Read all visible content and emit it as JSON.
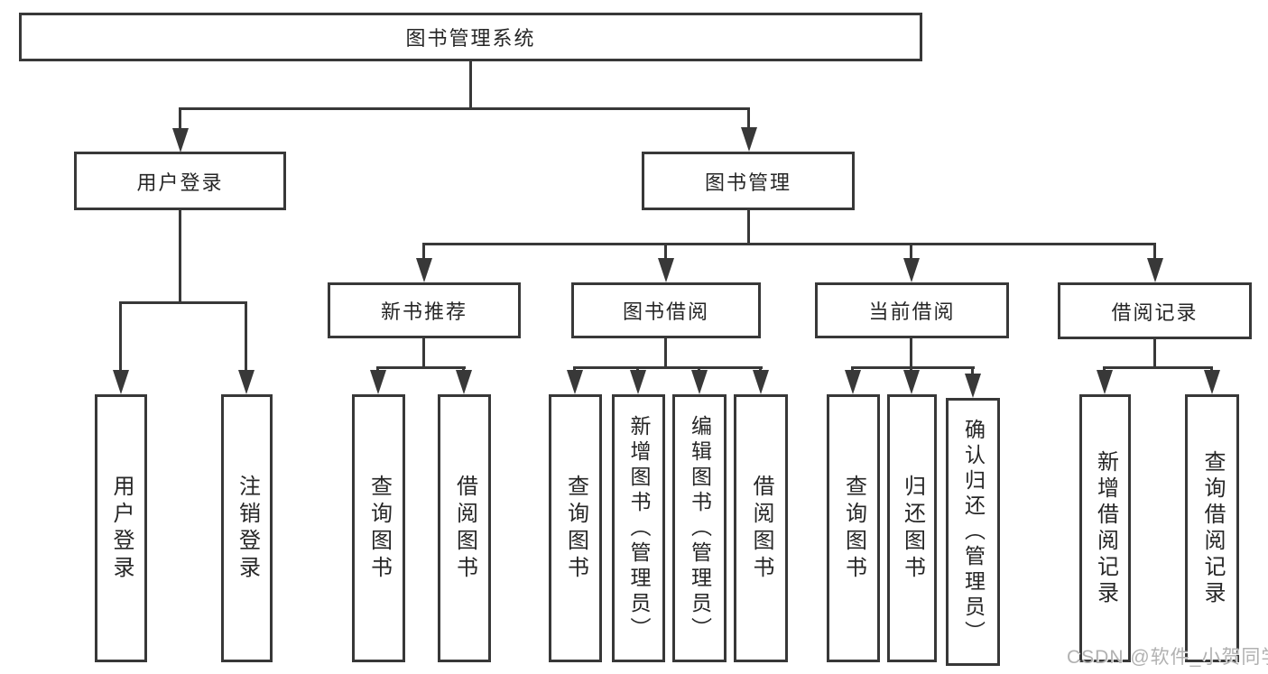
{
  "colors": {
    "background": "#ffffff",
    "line": "#383838",
    "text": "#262626",
    "watermark": "#b1b1b1"
  },
  "tree": {
    "root": {
      "label": "图书管理系统"
    },
    "children": [
      {
        "label": "用户登录",
        "children": [
          {
            "label": "用户登录"
          },
          {
            "label": "注销登录"
          }
        ]
      },
      {
        "label": "图书管理",
        "children": [
          {
            "label": "新书推荐",
            "children": [
              {
                "label": "查询图书"
              },
              {
                "label": "借阅图书"
              }
            ]
          },
          {
            "label": "图书借阅",
            "children": [
              {
                "label": "查询图书"
              },
              {
                "label": "新增图书（管理员）"
              },
              {
                "label": "编辑图书（管理员）"
              },
              {
                "label": "借阅图书"
              }
            ]
          },
          {
            "label": "当前借阅",
            "children": [
              {
                "label": "查询图书"
              },
              {
                "label": "归还图书"
              },
              {
                "label": "确认归还（管理员）"
              }
            ]
          },
          {
            "label": "借阅记录",
            "children": [
              {
                "label": "新增借阅记录"
              },
              {
                "label": "查询借阅记录"
              }
            ]
          }
        ]
      }
    ]
  },
  "watermark": {
    "text": "CSDN @软件_小贺同学"
  }
}
